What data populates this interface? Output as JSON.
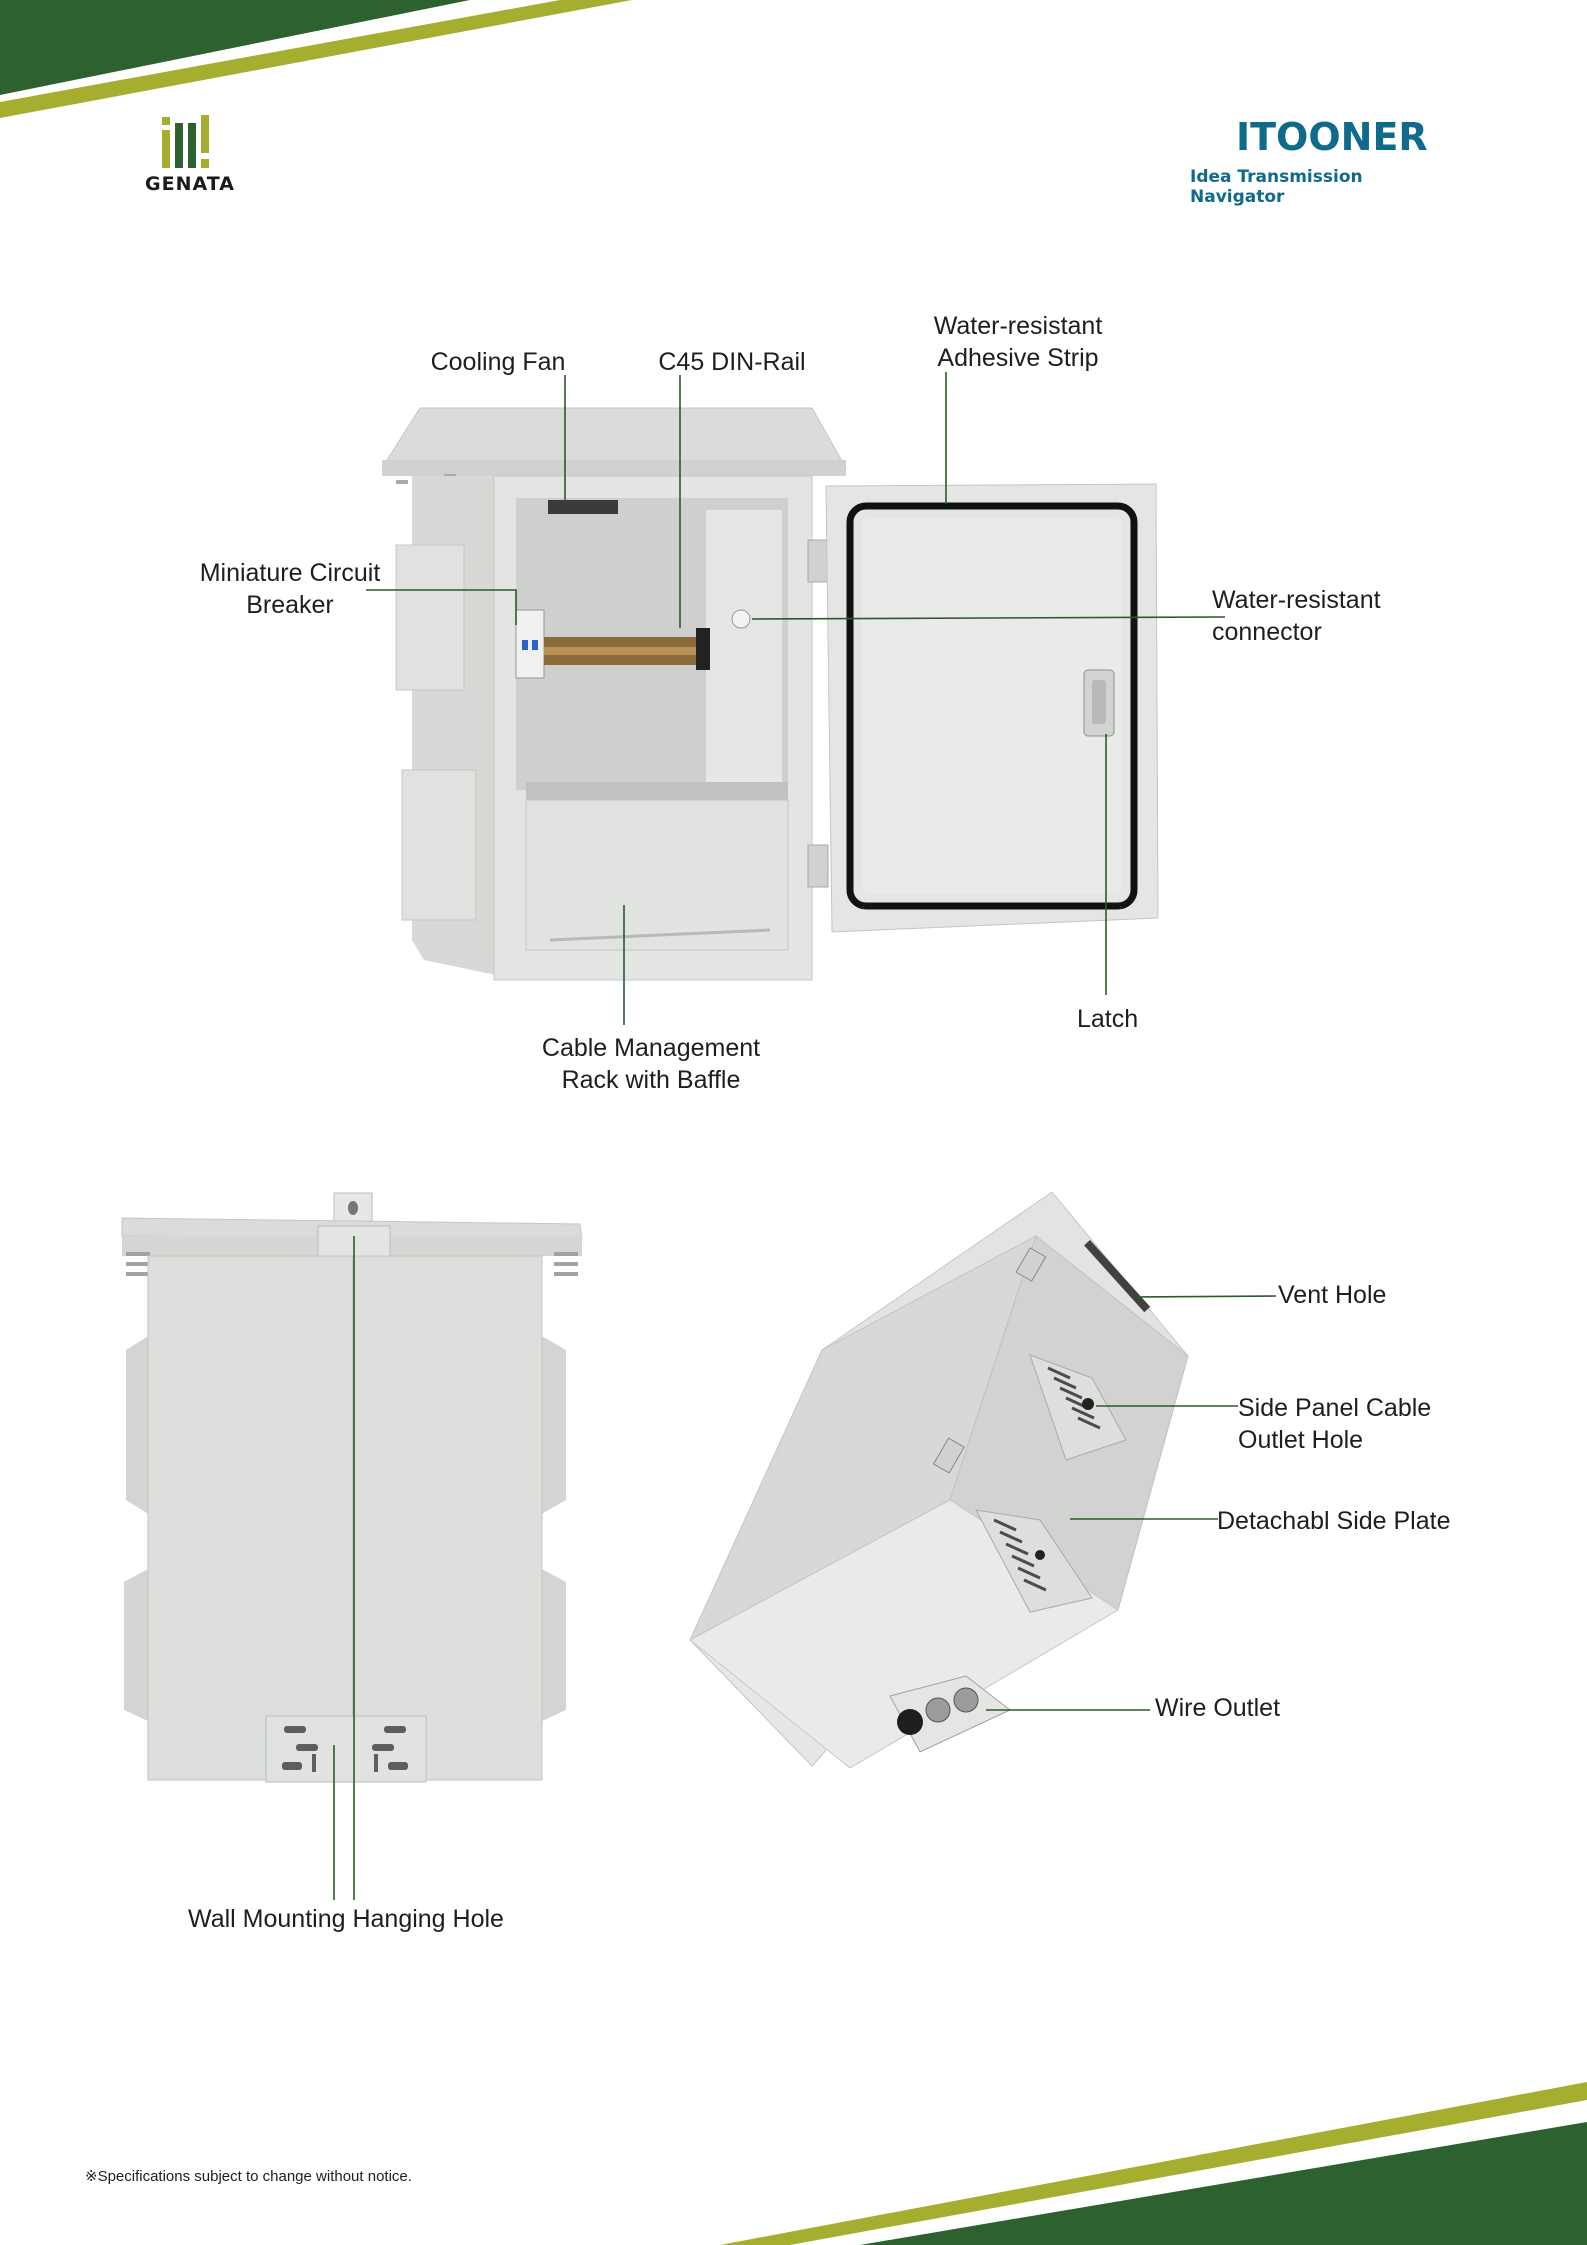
{
  "brands": {
    "left_logo_text": "GENATA",
    "right_logo_name": "ITOONER",
    "right_logo_tagline": "Idea Transmission Navigator"
  },
  "colors": {
    "dark_green": "#2e6130",
    "lime": "#a5ae2f",
    "brand_blue": "#0f6a8b",
    "leader_line": "#2b5a2b",
    "panel_gray": "#dcdfdb"
  },
  "figure1": {
    "labels": {
      "cooling_fan": "Cooling Fan",
      "din_rail": "C45 DIN-Rail",
      "adhesive_strip_1": "Water-resistant",
      "adhesive_strip_2": "Adhesive Strip",
      "breaker_1": "Miniature Circuit",
      "breaker_2": "Breaker",
      "connector_1": "Water-resistant",
      "connector_2": "connector",
      "cable_rack_1": "Cable Management",
      "cable_rack_2": "Rack with Baffle",
      "latch": "Latch"
    }
  },
  "figure2": {
    "labels": {
      "wall_mount": "Wall Mounting Hanging Hole"
    }
  },
  "figure3": {
    "labels": {
      "vent_hole": "Vent Hole",
      "side_outlet_1": "Side Panel Cable",
      "side_outlet_2": "Outlet Hole",
      "side_plate": "Detachabl Side Plate",
      "wire_outlet": "Wire Outlet"
    }
  },
  "footer": {
    "note": "※Specifications subject to change without notice."
  }
}
